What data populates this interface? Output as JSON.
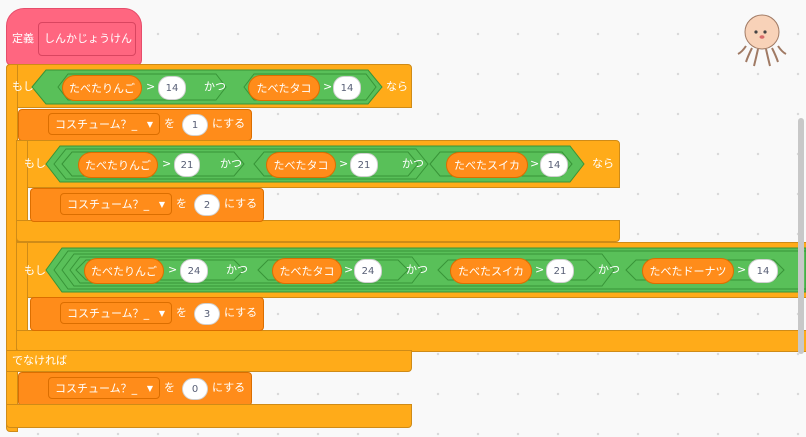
{
  "hat": {
    "define": "定義",
    "name": "しんかじょうけん"
  },
  "if1": {
    "if": "もし",
    "then": "なら",
    "and": "かつ",
    "cond": [
      {
        "var": "たべたりんご",
        "op": ">",
        "val": "14"
      },
      {
        "var": "たべたタコ",
        "op": ">",
        "val": "14"
      }
    ],
    "action": {
      "costume": "コスチューム？_",
      "to": "を",
      "val": "1",
      "set": "にする"
    }
  },
  "if2": {
    "if": "もし",
    "then": "なら",
    "and": "かつ",
    "cond": [
      {
        "var": "たべたりんご",
        "op": ">",
        "val": "21"
      },
      {
        "var": "たべたタコ",
        "op": ">",
        "val": "21"
      },
      {
        "var": "たべたスイカ",
        "op": ">",
        "val": "14"
      }
    ],
    "action": {
      "costume": "コスチューム？_",
      "to": "を",
      "val": "2",
      "set": "にする"
    }
  },
  "if3": {
    "if": "もし",
    "and": "かつ",
    "cond": [
      {
        "var": "たべたりんご",
        "op": ">",
        "val": "24"
      },
      {
        "var": "たべたタコ",
        "op": ">",
        "val": "24"
      },
      {
        "var": "たべたスイカ",
        "op": ">",
        "val": "21"
      },
      {
        "var": "たべたドーナツ",
        "op": ">",
        "val": "14"
      }
    ],
    "action": {
      "costume": "コスチューム？_",
      "to": "を",
      "val": "3",
      "set": "にする"
    }
  },
  "else": {
    "label": "でなければ",
    "action": {
      "costume": "コスチューム？_",
      "to": "を",
      "val": "0",
      "set": "にする"
    }
  },
  "colors": {
    "hat": "#ff6680",
    "control": "#ffab19",
    "looks": "#ff8c1a",
    "operator": "#59c059",
    "canvas": "#f9f9f9"
  },
  "icons": {
    "dropdown": "▼",
    "sprite": "octopus-sprite-icon"
  }
}
